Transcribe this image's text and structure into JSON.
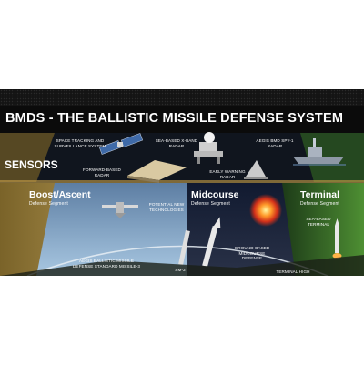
{
  "poster": {
    "title": "BMDS - THE BALLISTIC MISSILE DEFENSE SYSTEM",
    "band_label": "SENSORS",
    "colors": {
      "band_dark": "#10151e",
      "boost_tan": "#8a7133",
      "boost_sky": "#93b8d6",
      "midcourse_dark": "#0d1628",
      "terminal_green": "#3f7f2c"
    },
    "sensor_labels": [
      {
        "text": "Space Tracking and Surveillance System"
      },
      {
        "text": "Sea-Based X-Band Radar"
      },
      {
        "text": "Aegis BMD SPY-1 Radar"
      },
      {
        "text": "Forward-Based Radar"
      },
      {
        "text": "Early Warning Radar"
      }
    ],
    "segments": [
      {
        "name": "Boost/Ascent",
        "subtitle": "Defense Segment"
      },
      {
        "name": "Midcourse",
        "subtitle": "Defense Segment"
      },
      {
        "name": "Terminal",
        "subtitle": "Defense Segment"
      }
    ],
    "weapon_labels": [
      {
        "text": "Potential New Technologies"
      },
      {
        "text": "Aegis Ballistic Missile Defense Standard Missile-3"
      },
      {
        "text": "SM-3"
      },
      {
        "text": "Ground-based Midcourse Defense"
      },
      {
        "text": "Sea-Based Terminal"
      },
      {
        "text": "Terminal High"
      }
    ]
  }
}
